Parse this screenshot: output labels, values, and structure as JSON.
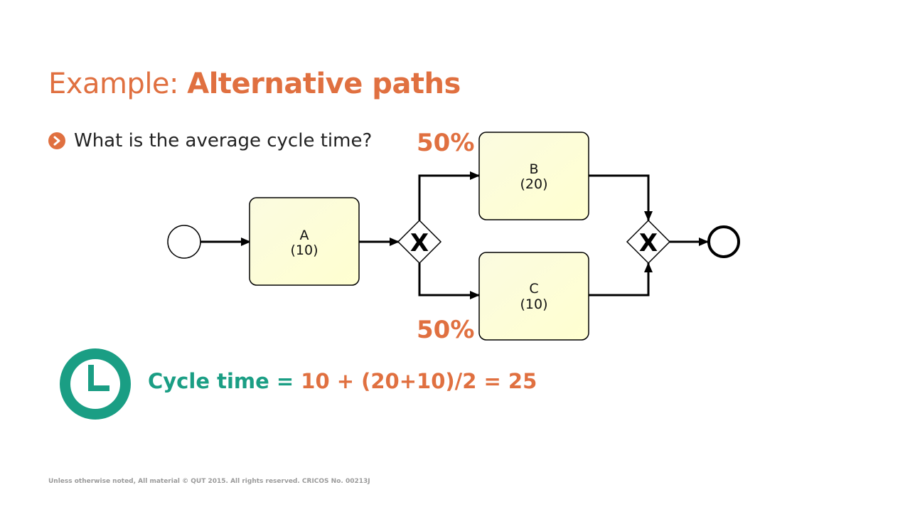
{
  "slide": {
    "title_light": "Example: ",
    "title_bold": "Alternative paths",
    "bullet": "What is the average cycle time?",
    "footer": "Unless otherwise noted, All material © QUT 2015. All rights reserved. CRICOS No. 00213J"
  },
  "diagram": {
    "tasks": [
      {
        "id": "A",
        "name": "A",
        "duration": "(10)"
      },
      {
        "id": "B",
        "name": "B",
        "duration": "(20)"
      },
      {
        "id": "C",
        "name": "C",
        "duration": "(10)"
      }
    ],
    "gateway_symbol": "X",
    "branch_probabilities": {
      "upper": "50%",
      "lower": "50%"
    }
  },
  "formula": {
    "lhs": "Cycle time = ",
    "rhs": "10 + (20+10)/2 = 25"
  },
  "colors": {
    "accent_orange": "#e07040",
    "accent_green": "#1a9e84",
    "task_fill": "#ffffd8",
    "footer_gray": "#9a9a9a"
  },
  "icons": {
    "bullet": "chevron-right-icon",
    "clock": "clock-icon"
  }
}
